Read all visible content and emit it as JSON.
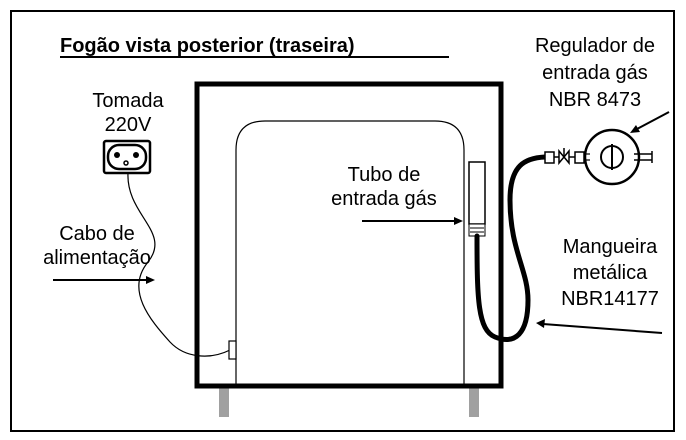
{
  "title": "Fogão vista posterior (traseira)",
  "labels": {
    "outlet_line1": "Tomada",
    "outlet_line2": "220V",
    "cable_line1": "Cabo de",
    "cable_line2": "alimentação",
    "tube_line1": "Tubo de",
    "tube_line2": "entrada gás",
    "regulator_line1": "Regulador de",
    "regulator_line2": "entrada gás",
    "regulator_line3": "NBR 8473",
    "hose_line1": "Mangueira",
    "hose_line2": "metálica",
    "hose_line3": "NBR14177"
  },
  "colors": {
    "stroke": "#000000",
    "feet": "#a0a0a0",
    "background": "#ffffff"
  }
}
